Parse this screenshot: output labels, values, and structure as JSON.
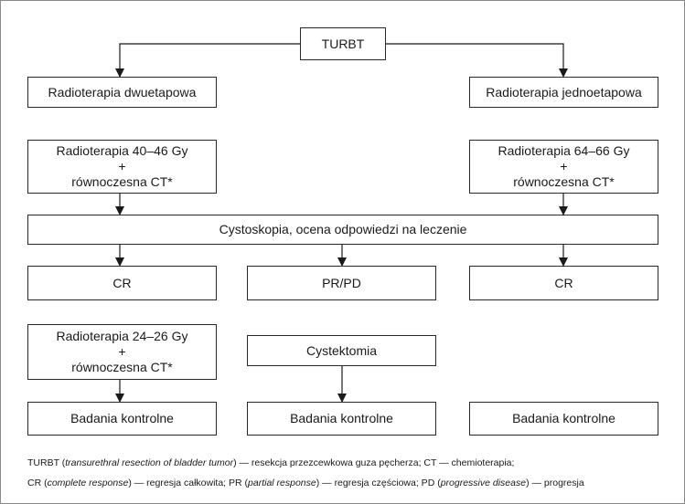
{
  "diagram": {
    "root": "TURBT",
    "left_branch": {
      "scheme": "Radioterapia dwuetapowa",
      "dose": {
        "line1": "Radioterapia 40–46 Gy",
        "line2": "+",
        "line3": "równoczesna CT*"
      }
    },
    "right_branch": {
      "scheme": "Radioterapia jednoetapowa",
      "dose": {
        "line1": "Radioterapia 64–66 Gy",
        "line2": "+",
        "line3": "równoczesna CT*"
      }
    },
    "assessment": "Cystoskopia, ocena odpowiedzi na leczenie",
    "outcomes": {
      "left": "CR",
      "middle": "PR/PD",
      "right": "CR"
    },
    "boost": {
      "line1": "Radioterapia 24–26 Gy",
      "line2": "+",
      "line3": "równoczesna CT*"
    },
    "cystectomy": "Cystektomia",
    "follow_up": {
      "left": "Badania kontrolne",
      "middle": "Badania kontrolne",
      "right": "Badania kontrolne"
    }
  },
  "legend": {
    "line1": {
      "a": "TURBT (",
      "a_italic": "transurethral resection of bladder tumor",
      "b": ") — resekcja przezcewkowa guza pęcherza; CT — chemioterapia;"
    },
    "line2": {
      "a": "CR (",
      "a_italic": "complete response",
      "b": ") — regresja całkowita; PR (",
      "b_italic": "partial response",
      "c": ") — regresja częściowa; PD (",
      "c_italic": "progressive disease",
      "d": ") — progresja"
    }
  }
}
